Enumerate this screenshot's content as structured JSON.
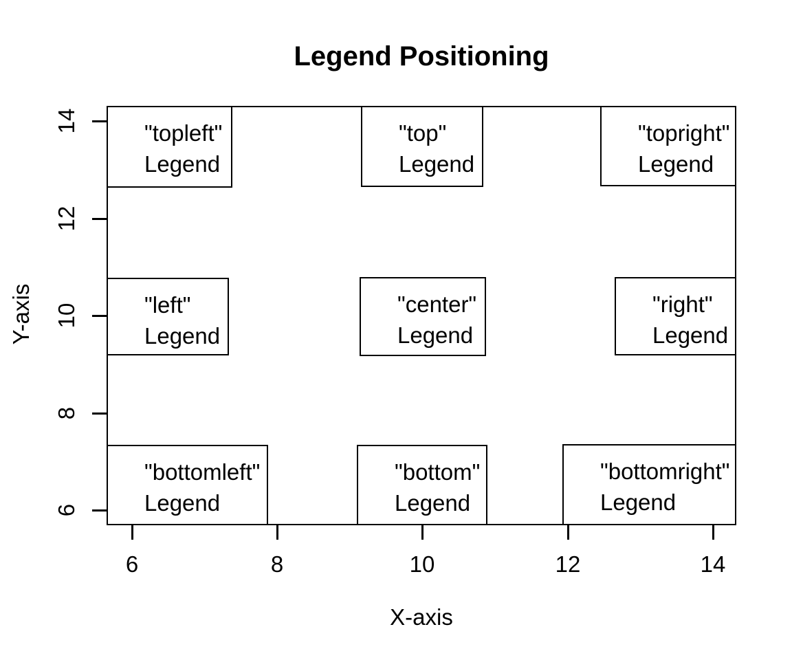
{
  "title": "Legend Positioning",
  "axes": {
    "x": {
      "label": "X-axis",
      "tick_labels": [
        "6",
        "8",
        "10",
        "12",
        "14"
      ]
    },
    "y": {
      "label": "Y-axis",
      "tick_labels": [
        "14",
        "12",
        "10",
        "8",
        "6"
      ]
    }
  },
  "legends": [
    {
      "name": "topleft",
      "line1": "\"topleft\"",
      "line2": "Legend"
    },
    {
      "name": "top",
      "line1": "\"top\"",
      "line2": "Legend"
    },
    {
      "name": "topright",
      "line1": "\"topright\"",
      "line2": "Legend"
    },
    {
      "name": "left",
      "line1": "\"left\"",
      "line2": "Legend"
    },
    {
      "name": "center",
      "line1": "\"center\"",
      "line2": "Legend"
    },
    {
      "name": "right",
      "line1": "\"right\"",
      "line2": "Legend"
    },
    {
      "name": "bottomleft",
      "line1": "\"bottomleft\"",
      "line2": "Legend"
    },
    {
      "name": "bottom",
      "line1": "\"bottom\"",
      "line2": "Legend"
    },
    {
      "name": "bottomright",
      "line1": "\"bottomright\"",
      "line2": "Legend"
    }
  ],
  "colors": {
    "foreground": "#000000",
    "background": "#ffffff"
  },
  "chart_data": {
    "type": "scatter",
    "title": "Legend Positioning",
    "xlabel": "X-axis",
    "ylabel": "Y-axis",
    "x_ticks": [
      6,
      8,
      10,
      12,
      14
    ],
    "y_ticks": [
      6,
      8,
      10,
      12,
      14
    ],
    "xlim": [
      5.68,
      14.32
    ],
    "ylim": [
      5.68,
      14.32
    ],
    "grid": false,
    "points": [],
    "legend_boxes": [
      {
        "position": "topleft",
        "entries": [
          "\"topleft\"",
          "Legend"
        ]
      },
      {
        "position": "top",
        "entries": [
          "\"top\"",
          "Legend"
        ]
      },
      {
        "position": "topright",
        "entries": [
          "\"topright\"",
          "Legend"
        ]
      },
      {
        "position": "left",
        "entries": [
          "\"left\"",
          "Legend"
        ]
      },
      {
        "position": "center",
        "entries": [
          "\"center\"",
          "Legend"
        ]
      },
      {
        "position": "right",
        "entries": [
          "\"right\"",
          "Legend"
        ]
      },
      {
        "position": "bottomleft",
        "entries": [
          "\"bottomleft\"",
          "Legend"
        ]
      },
      {
        "position": "bottom",
        "entries": [
          "\"bottom\"",
          "Legend"
        ]
      },
      {
        "position": "bottomright",
        "entries": [
          "\"bottomright\"",
          "Legend"
        ]
      }
    ]
  }
}
